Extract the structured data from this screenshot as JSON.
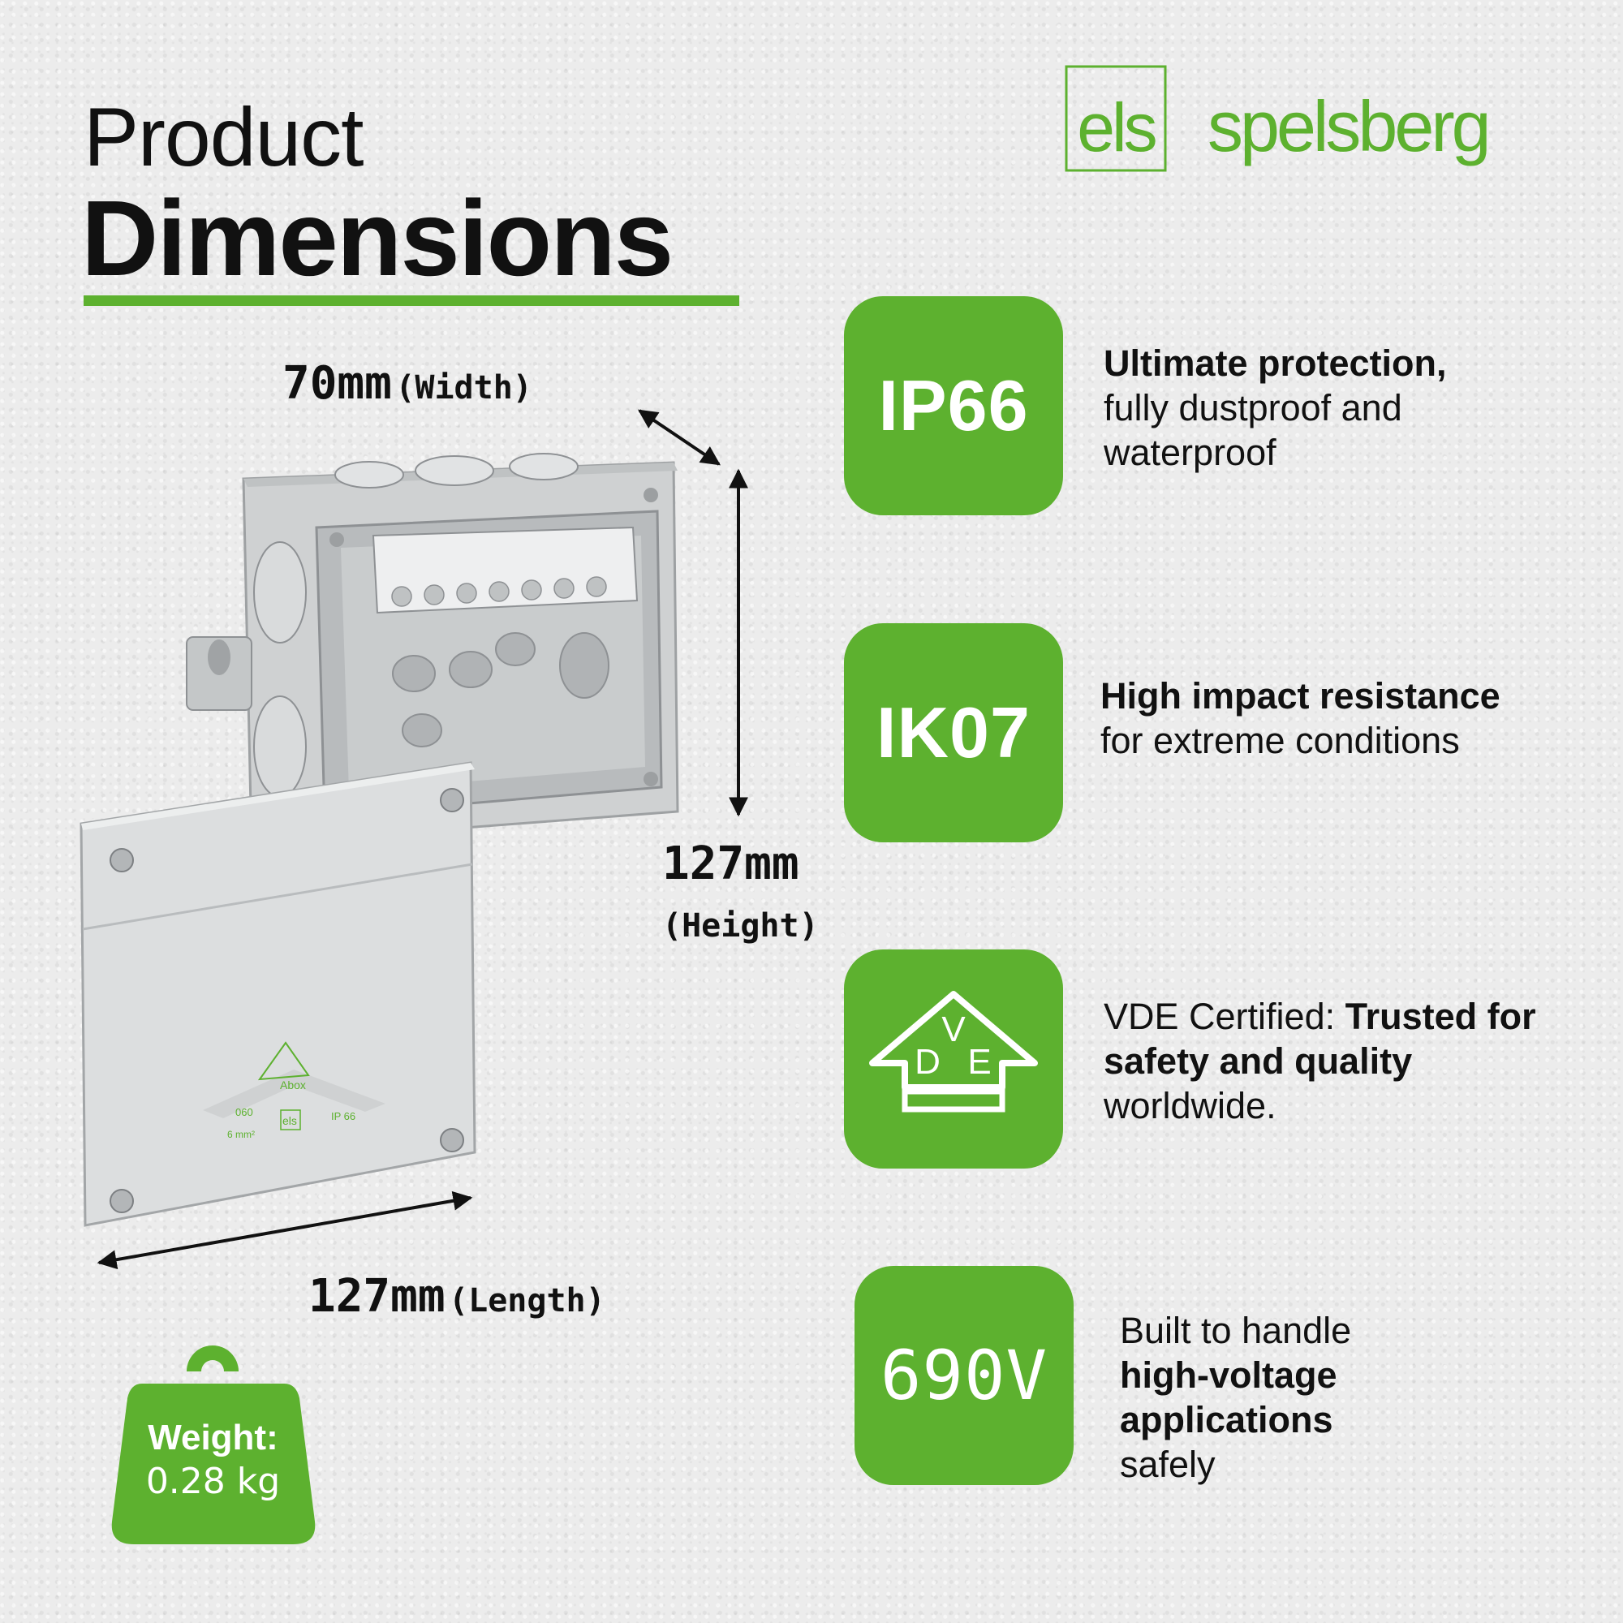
{
  "header": {
    "title_line1": "Product",
    "title_line2": "Dimensions"
  },
  "brand": {
    "logo_mark": "els",
    "logo_word": "spelsberg",
    "color": "#5db12f"
  },
  "dimensions": {
    "width_value": "70mm",
    "width_label": "(Width)",
    "height_value": "127mm",
    "height_label": "(Height)",
    "length_value": "127mm",
    "length_label": "(Length)"
  },
  "weight": {
    "label": "Weight:",
    "value": "0.28 kg"
  },
  "product_labels": {
    "brand_name": "Abox",
    "model": "060",
    "cross_section": "6 mm²",
    "logo": "els",
    "rating": "IP 66"
  },
  "features": [
    {
      "badge": "IP66",
      "text_bold": "Ultimate protection,",
      "text_regular": "fully dustproof and waterproof"
    },
    {
      "badge": "IK07",
      "text_bold": "High impact resistance",
      "text_regular": "for extreme conditions"
    },
    {
      "badge_icon": "vde-certification-icon",
      "badge_letters": [
        "V",
        "D",
        "E"
      ],
      "text_regular": "VDE Certified: ",
      "text_bold": "Trusted for safety and quality",
      "text_tail": "worldwide."
    },
    {
      "badge": "690V",
      "text_regular": "Built to handle",
      "text_bold": "high-voltage applications",
      "text_tail": "safely"
    }
  ]
}
